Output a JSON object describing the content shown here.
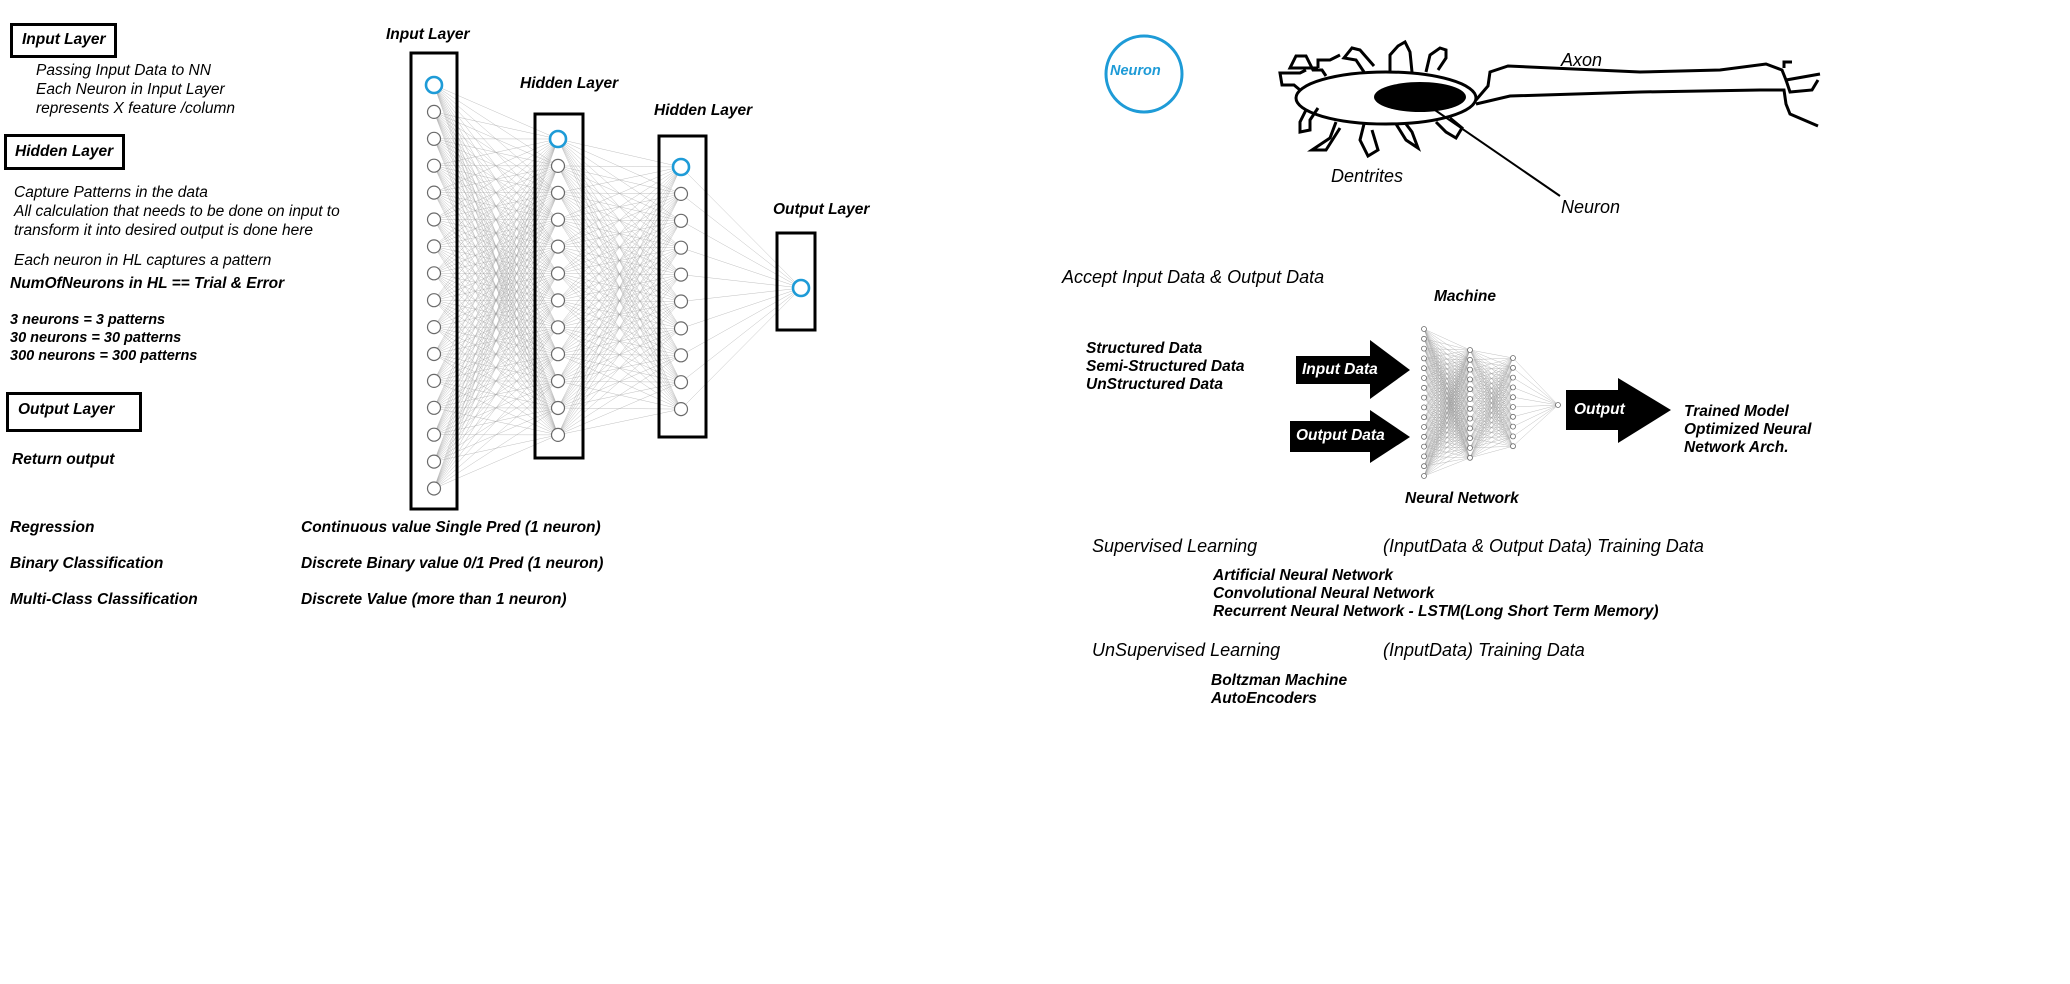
{
  "left_notes": {
    "input_title": "Input Layer",
    "input_lines": [
      "Passing Input Data to NN",
      "Each Neuron in Input Layer",
      "represents X feature /column"
    ],
    "hidden_title": "Hidden Layer",
    "hidden_lines": [
      "Capture Patterns in the data",
      "All calculation that needs to be done on input to",
      "transform it into desired output is done here"
    ],
    "hidden_pattern": "Each neuron in HL captures a pattern",
    "num_neurons": "NumOfNeurons in HL == Trial & Error",
    "examples": [
      "3 neurons = 3 patterns",
      "30 neurons = 30 patterns",
      "300 neurons = 300 patterns"
    ],
    "output_title": "Output Layer",
    "return_output": "Return output"
  },
  "tasks": [
    {
      "name": "Regression",
      "desc": "Continuous value Single Pred (1 neuron)"
    },
    {
      "name": "Binary Classification",
      "desc": "Discrete Binary value 0/1 Pred  (1 neuron)"
    },
    {
      "name": "Multi-Class Classification",
      "desc": "Discrete Value (more than 1 neuron)"
    }
  ],
  "network": {
    "input_label": "Input Layer",
    "hidden1_label": "Hidden Layer",
    "hidden2_label": "Hidden Layer",
    "output_label": "Output Layer",
    "highlight_color": "#1e9bd7"
  },
  "biology": {
    "neuron_circle": "Neuron",
    "axon": "Axon",
    "dentrites": "Dentrites",
    "neuron": "Neuron"
  },
  "machine": {
    "heading": "Accept Input Data & Output Data",
    "title": "Machine",
    "data_types": [
      "Structured Data",
      "Semi-Structured Data",
      "UnStructured Data"
    ],
    "input_arrow": "Input Data",
    "output_arrow": "Output Data",
    "result_arrow": "Output",
    "nn_label": "Neural Network",
    "results": [
      "Trained Model",
      "Optimized Neural",
      "Network Arch."
    ]
  },
  "learning": {
    "supervised": "Supervised Learning",
    "supervised_data": "(InputData & Output Data) Training Data",
    "supervised_models": [
      "Artificial Neural Network",
      "Convolutional Neural Network",
      "Recurrent Neural Network - LSTM(Long Short Term Memory)"
    ],
    "unsupervised": "UnSupervised Learning",
    "unsupervised_data": "(InputData) Training Data",
    "unsupervised_models": [
      "Boltzman Machine",
      "AutoEncoders"
    ]
  }
}
